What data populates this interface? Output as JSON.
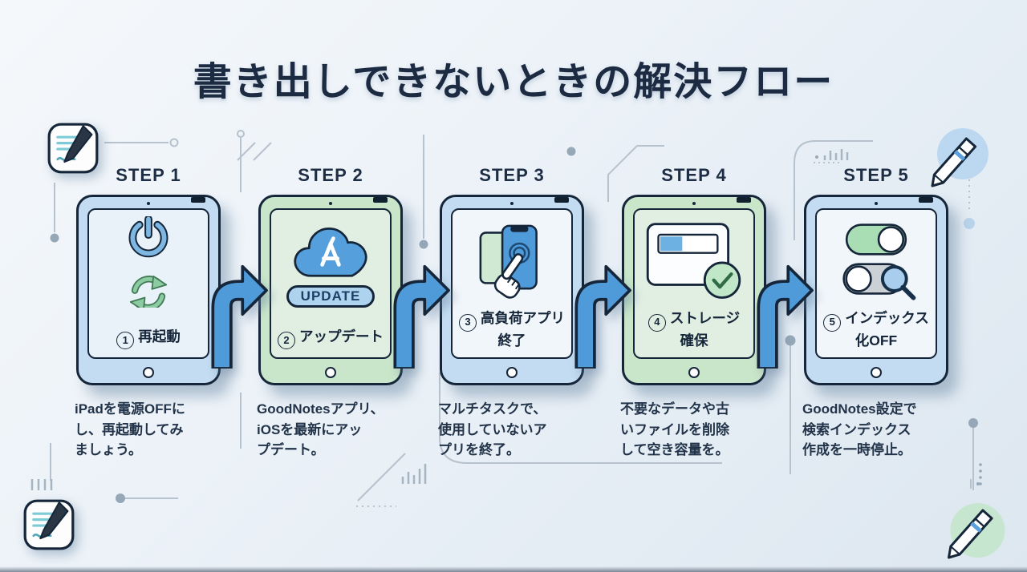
{
  "title": "書き出しできないときの解決フロー",
  "steps": [
    {
      "step": "STEP 1",
      "num": "1",
      "icon": "power-restart",
      "caption": "再起動",
      "desc": "iPadを電源OFFに\nし、再起動してみ\nましょう。"
    },
    {
      "step": "STEP 2",
      "num": "2",
      "icon": "appstore-update-cloud",
      "badge": "UPDATE",
      "caption": "アップデート",
      "desc": "GoodNotesアプリ、\niOSを最新にアッ\nプデート。"
    },
    {
      "step": "STEP 3",
      "num": "3",
      "icon": "app-switcher-tap-hand",
      "caption": "高負荷アプリ\n終了",
      "desc": "マルチタスクで、\n使用していないア\nプリを終了。"
    },
    {
      "step": "STEP 4",
      "num": "4",
      "icon": "storage-bar-check",
      "caption": "ストレージ\n確保",
      "desc": "不要なデータや古\nいファイルを削除\nして空き容量を。"
    },
    {
      "step": "STEP 5",
      "num": "5",
      "icon": "toggles-search-off",
      "caption": "インデックス\n化OFF",
      "desc": "GoodNotes設定で\n検索インデックス\n作成を一時停止。"
    }
  ],
  "decor_icons": [
    "note-app-icon",
    "flow-arrow-icon",
    "pencil-circle-icon",
    "circuit-line",
    "bar-chart-glyph"
  ],
  "colors": {
    "background_top": "#f5f8fb",
    "background_bottom": "#dde7f0",
    "title_text": "#1c2b42",
    "outline_dark": "#16263a",
    "arrow_blue": "#4f9ad9",
    "frame_blue": "#c3dcf1",
    "frame_green": "#c9e6ca",
    "screen_blue": "#eaf2f9",
    "screen_green": "#e0efe2",
    "power_blue": "#7db7e2",
    "refresh_green": "#8ccaa1",
    "cloud_blue": "#55a0dc",
    "update_pill_bg": "#aed3ee",
    "toggle_on_green": "#a9ddb4",
    "toggle_off_gray": "#ccd1d6",
    "check_green": "#bfe7c8",
    "decor_gray": "#aebdc9",
    "corner_circle_blue": "#bcd8f0",
    "corner_circle_green": "#c6e6cf"
  }
}
